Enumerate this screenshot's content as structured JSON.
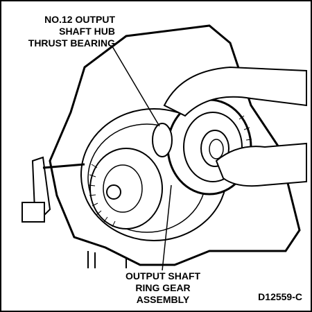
{
  "labels": {
    "top": [
      "NO.12 OUTPUT",
      "SHAFT HUB",
      "THRUST BEARING"
    ],
    "bottom": [
      "OUTPUT SHAFT",
      "RING GEAR",
      "ASSEMBLY"
    ]
  },
  "figure_id": "D12559-C"
}
